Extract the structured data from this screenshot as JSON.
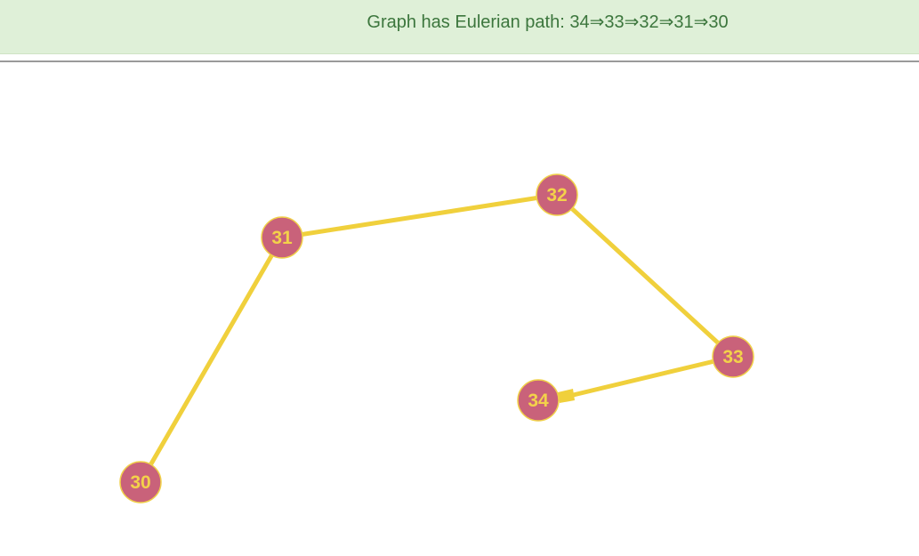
{
  "banner": {
    "message": "Graph has Eulerian path: 34⇒33⇒32⇒31⇒30"
  },
  "graph": {
    "node_color": "#c9627a",
    "node_stroke": "#f0d04a",
    "label_color": "#f3d24a",
    "edge_color": "#f0d03c",
    "nodes": [
      {
        "id": "n30",
        "label": "30"
      },
      {
        "id": "n31",
        "label": "31"
      },
      {
        "id": "n32",
        "label": "32"
      },
      {
        "id": "n33",
        "label": "33"
      },
      {
        "id": "n34",
        "label": "34"
      }
    ],
    "edges": [
      {
        "from": "n30",
        "to": "n31"
      },
      {
        "from": "n31",
        "to": "n32"
      },
      {
        "from": "n32",
        "to": "n33"
      },
      {
        "from": "n33",
        "to": "n34"
      }
    ]
  }
}
